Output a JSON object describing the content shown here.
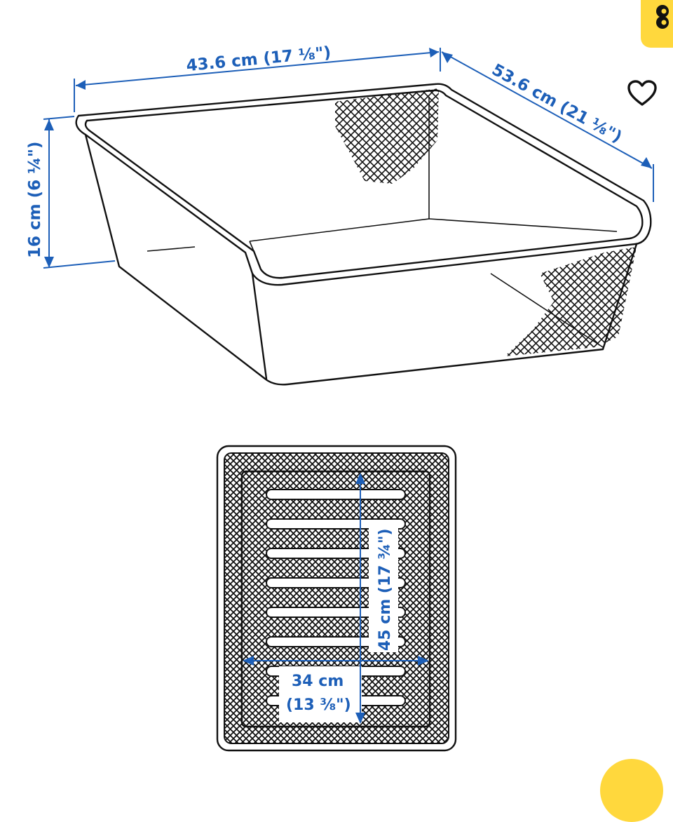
{
  "dimensions": {
    "width": "43.6 cm (17 ⅛\")",
    "depth": "53.6 cm (21 ⅛\")",
    "height": "16 cm (6 ¼\")",
    "inner_depth": "45 cm (17 ¾\")",
    "inner_width_cm": "34 cm",
    "inner_width_in": "(13 ⅜\")"
  },
  "icons": {
    "favorite": "heart-outline-icon",
    "badge_top": "yellow-tab-icon",
    "badge_bottom": "yellow-circle-button"
  },
  "colors": {
    "dimension": "#1d5fb8",
    "line": "#111111",
    "accent": "#ffd83d"
  }
}
